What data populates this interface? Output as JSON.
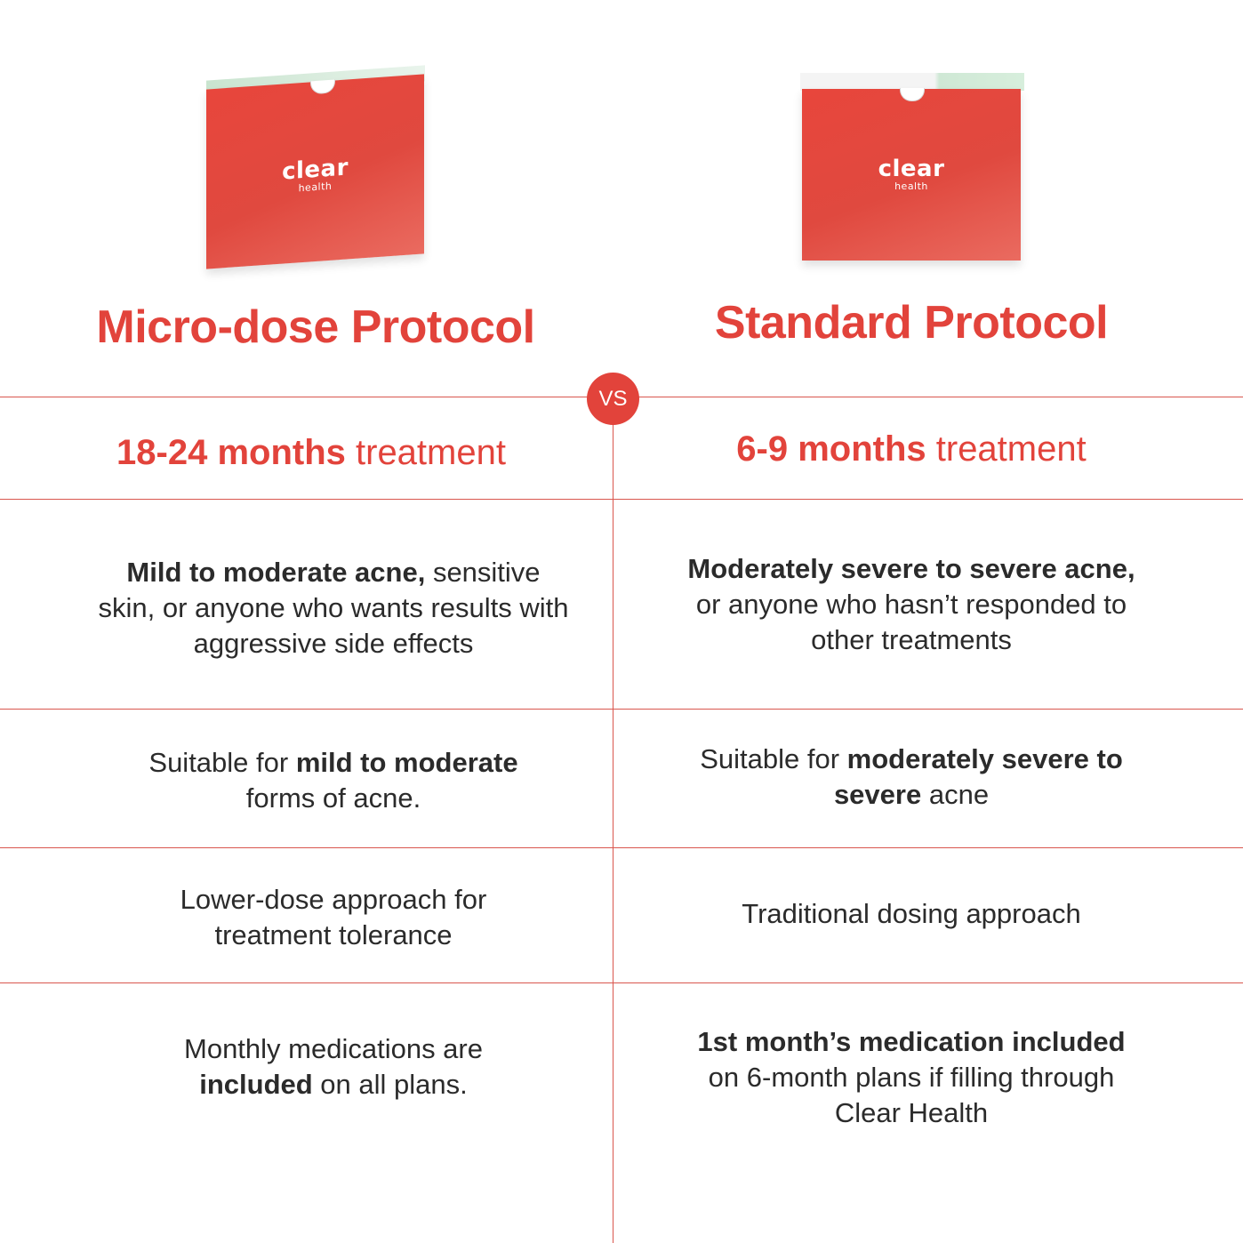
{
  "left": {
    "product_logo": "clear",
    "product_logo_sub": "health",
    "title": "Micro-dose Protocol",
    "duration_bold": "18-24 months",
    "duration_rest": " treatment",
    "row1_bold": "Mild to moderate acne,",
    "row1_rest": " sensitive skin, or anyone who wants results with aggressive side effects",
    "row2_pre": "Suitable for ",
    "row2_bold": "mild to moderate",
    "row2_post": " forms of acne.",
    "row3": "Lower-dose approach for treatment tolerance",
    "row4_pre": "Monthly medications are ",
    "row4_bold": "included",
    "row4_post": " on all plans."
  },
  "right": {
    "product_logo": "clear",
    "product_logo_sub": "health",
    "title": "Standard Protocol",
    "duration_bold": "6-9 months",
    "duration_rest": " treatment",
    "row1_bold": "Moderately severe to severe acne,",
    "row1_rest": " or anyone who hasn’t responded to other treatments",
    "row2_pre": "Suitable for ",
    "row2_bold": "moderately severe to severe",
    "row2_post": " acne",
    "row3": "Traditional dosing approach",
    "row4_bold": "1st month’s medication included",
    "row4_rest": " on 6-month plans if filling through Clear Health"
  },
  "vs_label": "VS",
  "colors": {
    "accent": "#e2433b",
    "text": "#2b2b2b",
    "divider": "#d9564e"
  }
}
